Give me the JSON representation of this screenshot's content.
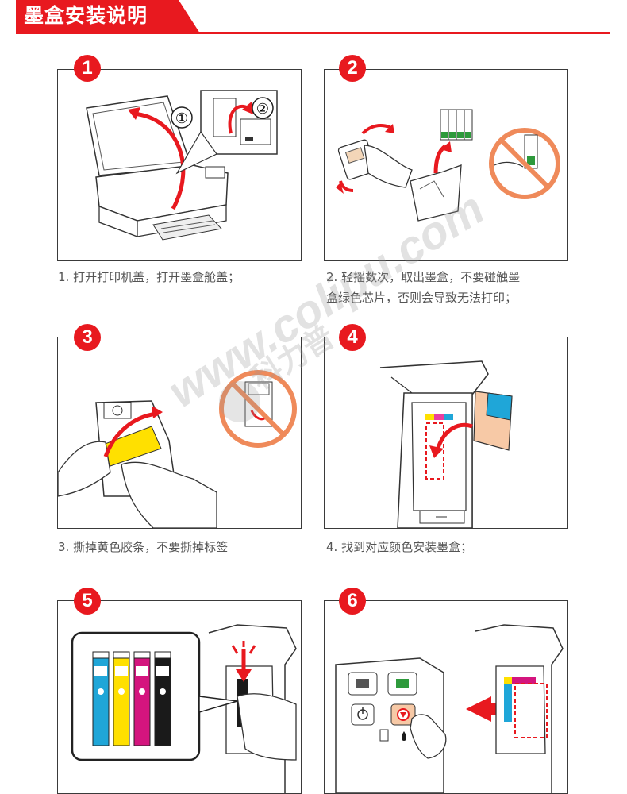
{
  "header": {
    "title": "墨盒安装说明"
  },
  "steps": [
    {
      "number": "1",
      "caption": "1. 打开打印机盖，打开墨盒舱盖；",
      "callouts": [
        "①",
        "②"
      ]
    },
    {
      "number": "2",
      "caption_line1": "2. 轻摇数次，取出墨盒，不要碰触墨",
      "caption_line2": "盒绿色芯片，否则会导致无法打印；"
    },
    {
      "number": "3",
      "caption": "3. 撕掉黄色胶条，不要撕掉标签"
    },
    {
      "number": "4",
      "caption": "4. 找到对应颜色安装墨盒；"
    },
    {
      "number": "5"
    },
    {
      "number": "6"
    }
  ],
  "watermark": {
    "text": "www.colipu.com",
    "cn_text": "科力普"
  },
  "colors": {
    "accent": "#e8191f",
    "cyan": "#1fa6d8",
    "yellow": "#ffe000",
    "magenta": "#d4157e",
    "black": "#1a1a1a",
    "chip_green": "#2e9a3c",
    "prohibit": "#ef8a5a"
  },
  "icons": [
    "arrow-icon",
    "prohibit-icon",
    "power-icon",
    "stop-icon",
    "finger-icon",
    "ink-drop-icon"
  ]
}
